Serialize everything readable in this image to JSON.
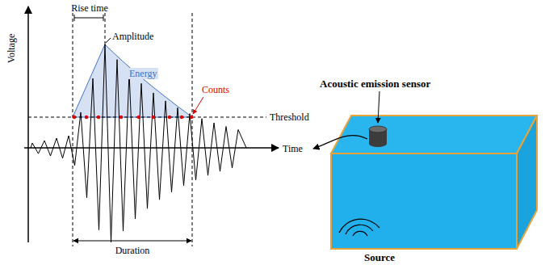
{
  "diagram": {
    "labels": [
      "Rise time",
      "Amplitude",
      "Energy",
      "Counts",
      "Threshold",
      "Voltage",
      "Time",
      "Duration",
      "Acoustic emission sensor",
      "Source"
    ]
  }
}
